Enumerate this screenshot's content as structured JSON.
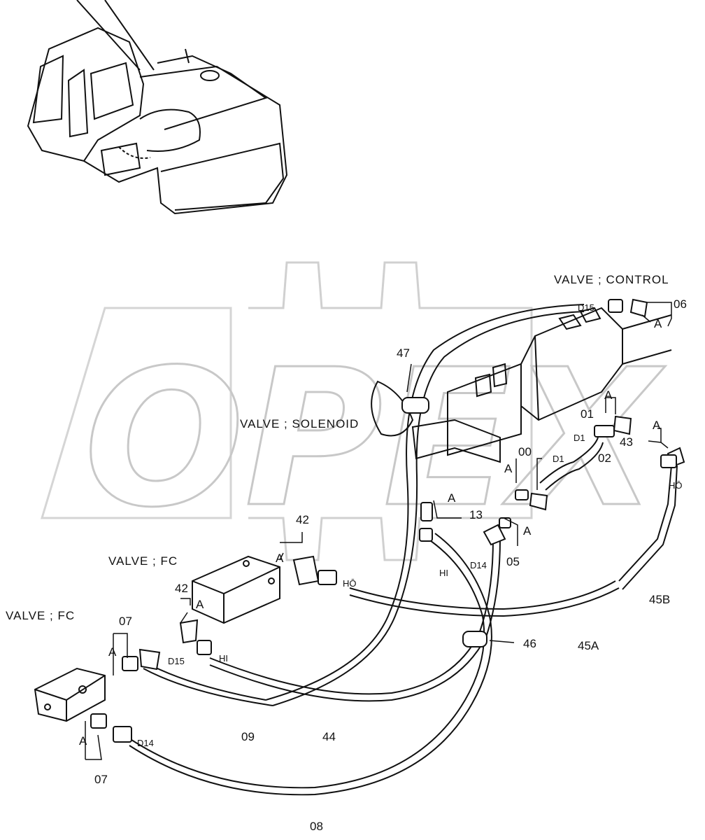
{
  "watermark": "OPEX",
  "captions": {
    "valve_control": "VALVE ; CONTROL",
    "valve_solenoid": "VALVE ; SOLENOID",
    "valve_fc_upper": "VALVE ; FC",
    "valve_fc_lower": "VALVE ; FC"
  },
  "callouts": {
    "c06": "06",
    "c47": "47",
    "c01": "01",
    "c43": "43",
    "c02": "02",
    "c00": "00",
    "c13": "13",
    "c05": "05",
    "c42_top": "42",
    "c42_mid": "42",
    "c07_top": "07",
    "c07_bot": "07",
    "c46": "46",
    "c45A": "45A",
    "c45B": "45B",
    "c09": "09",
    "c44": "44",
    "c08": "08"
  },
  "marks": {
    "A_06": "A",
    "A_01": "A",
    "A_43": "A",
    "A_00": "A",
    "A_13": "A",
    "A_05": "A",
    "A_42_top": "A",
    "A_42_mid": "A",
    "A_07_top": "A",
    "A_07_bot": "A"
  },
  "hose_tags": {
    "d15_top": "D15",
    "d1_a": "D1",
    "d1_b": "D1",
    "d14_mid": "D14",
    "hi_mid": "HI",
    "ho_mid": "HŌ",
    "ho_right": "HŌ",
    "d15_left": "D15",
    "hi_left": "HI",
    "d14_left": "D14"
  }
}
